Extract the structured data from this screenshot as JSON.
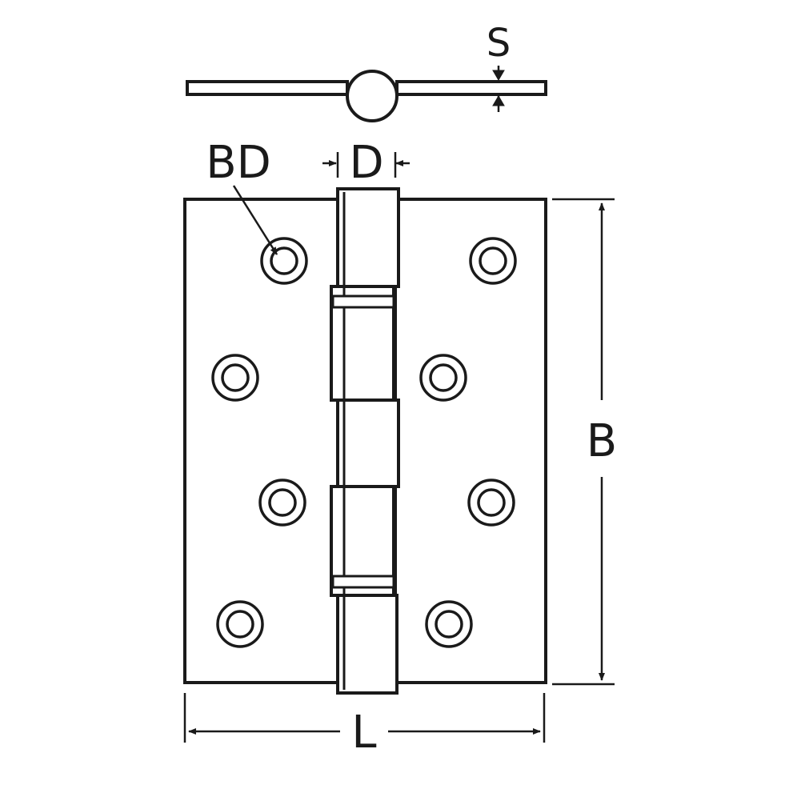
{
  "labels": {
    "thickness": "S",
    "bore_diameter": "BD",
    "pin_diameter": "D",
    "height": "B",
    "length": "L"
  },
  "colors": {
    "stroke": "#1a1a1a",
    "background": "#ffffff"
  }
}
